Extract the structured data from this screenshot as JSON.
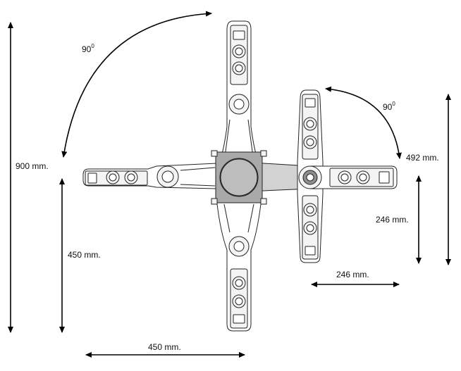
{
  "labels": {
    "angle_large": "90",
    "angle_large_sup": "0",
    "angle_small": "90",
    "angle_small_sup": "0",
    "dim_900": "900 mm.",
    "dim_450_vertical": "450 mm.",
    "dim_450_horizontal": "450 mm.",
    "dim_492": "492 mm.",
    "dim_246_vertical": "246 mm.",
    "dim_246_horizontal": "246 mm."
  },
  "colors": {
    "line": "#222222",
    "beam": "#d2d2d2",
    "plate": "#a9a9a9",
    "arrow": "#000000"
  }
}
